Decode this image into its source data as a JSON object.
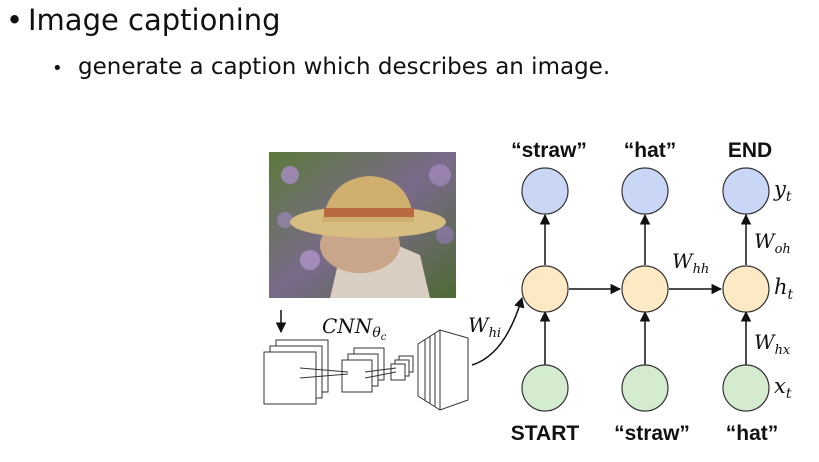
{
  "slide": {
    "bullet1": "Image captioning",
    "bullet2": "generate a caption which describes an image."
  },
  "diagram": {
    "output_words": [
      "“straw”",
      "“hat”",
      "END"
    ],
    "input_words": [
      "START",
      "“straw”",
      "“hat”"
    ],
    "cnn_label": "CNN",
    "cnn_sub": "θ",
    "cnn_subsub": "c",
    "w_hi": "W",
    "w_hi_sub": "hi",
    "w_hh": "W",
    "w_hh_sub": "hh",
    "w_oh": "W",
    "w_oh_sub": "oh",
    "w_hx": "W",
    "w_hx_sub": "hx",
    "y_t": "y",
    "y_t_sub": "t",
    "h_t": "h",
    "h_t_sub": "t",
    "x_t": "x",
    "x_t_sub": "t",
    "colors": {
      "output_node": "#c9d6f5",
      "hidden_node": "#fde9c3",
      "input_node": "#d5ebd0",
      "stroke": "#333333"
    }
  }
}
